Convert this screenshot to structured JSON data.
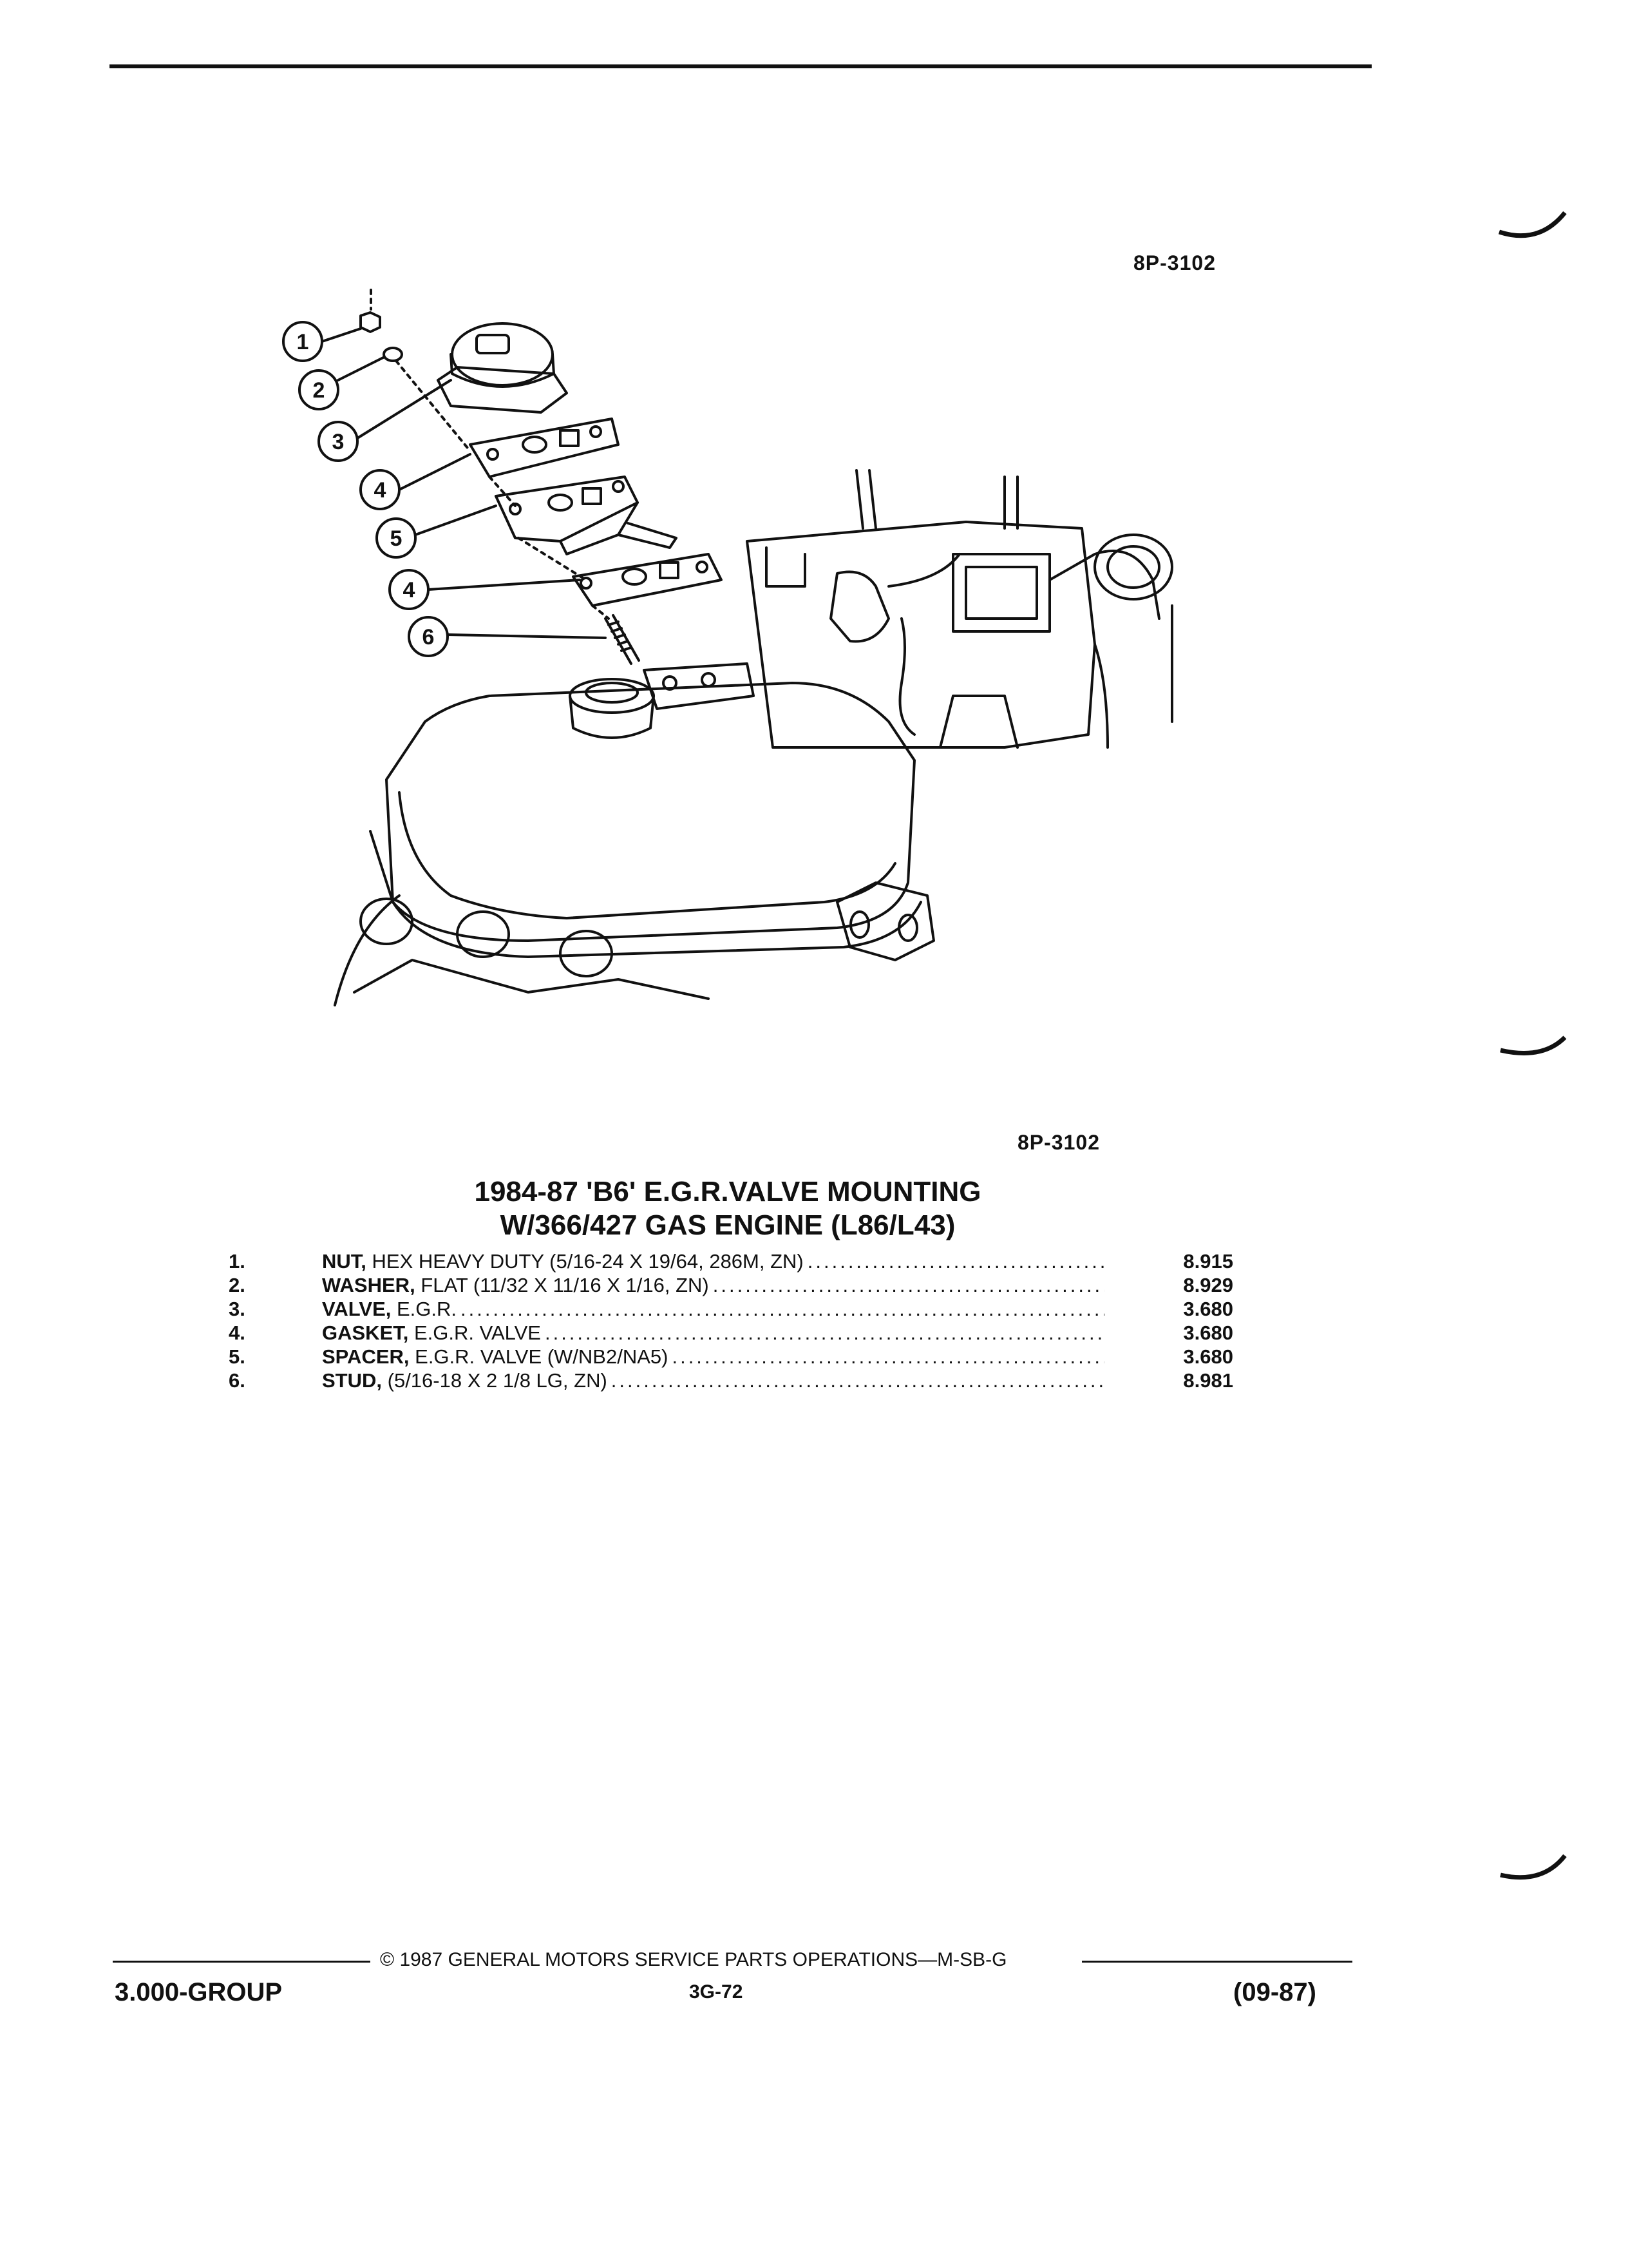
{
  "header": {
    "diagram_code": "8P-3102"
  },
  "figure": {
    "callouts": [
      "1",
      "2",
      "3",
      "4",
      "5",
      "4",
      "6"
    ]
  },
  "caption": {
    "diagram_code": "8P-3102",
    "title_line1": "1984-87 'B6' E.G.R.VALVE MOUNTING",
    "title_line2": "W/366/427 GAS ENGINE (L86/L43)"
  },
  "parts": [
    {
      "num": "1.",
      "name": "NUT,",
      "desc": "HEX HEAVY DUTY (5/16-24 X 19/64, 286M, ZN)",
      "code": "8.915"
    },
    {
      "num": "2.",
      "name": "WASHER,",
      "desc": "FLAT (11/32 X 11/16 X 1/16, ZN)",
      "code": "8.929"
    },
    {
      "num": "3.",
      "name": "VALVE,",
      "desc": "E.G.R.",
      "code": "3.680"
    },
    {
      "num": "4.",
      "name": "GASKET,",
      "desc": "E.G.R. VALVE",
      "code": "3.680"
    },
    {
      "num": "5.",
      "name": "SPACER,",
      "desc": "E.G.R. VALVE (W/NB2/NA5)",
      "code": "3.680"
    },
    {
      "num": "6.",
      "name": "STUD,",
      "desc": "(5/16-18 X 2 1/8 LG, ZN)",
      "code": "8.981"
    }
  ],
  "footer": {
    "copyright": "© 1987 GENERAL MOTORS SERVICE PARTS OPERATIONS—M-SB-G",
    "group": "3.000-GROUP",
    "page": "3G-72",
    "date": "(09-87)"
  }
}
